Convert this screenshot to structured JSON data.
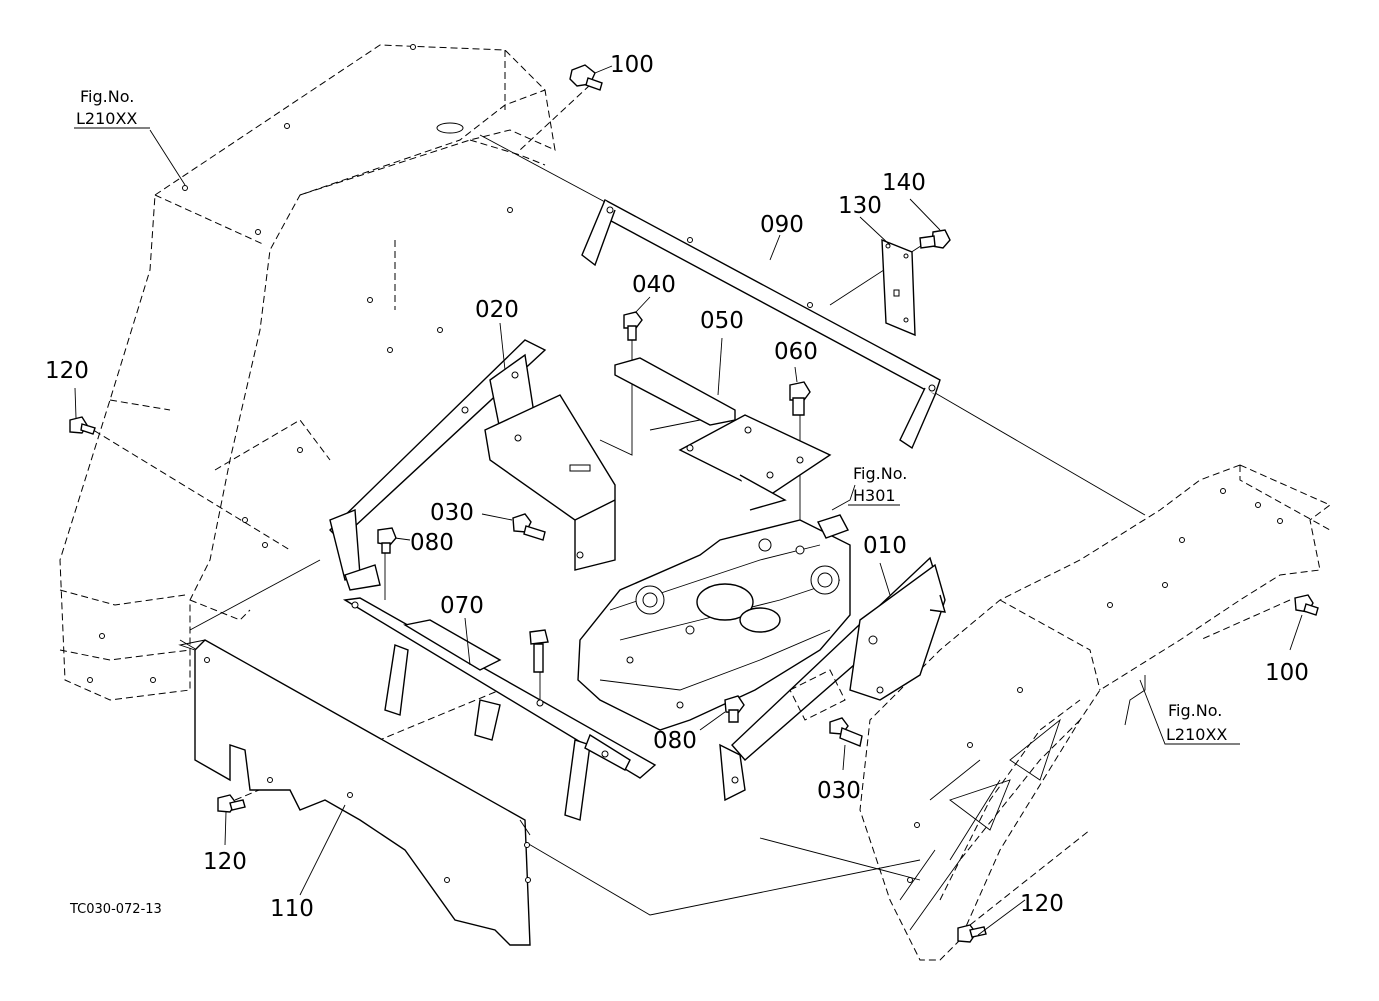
{
  "diagram": {
    "image_code": "TC030-072-13",
    "references": [
      {
        "label": "Fig.No.",
        "number": "L210XX"
      },
      {
        "label": "Fig.No.",
        "number": "H301"
      },
      {
        "label": "Fig.No.",
        "number": "L210XX"
      }
    ],
    "callouts": [
      "100",
      "140",
      "130",
      "090",
      "040",
      "050",
      "020",
      "060",
      "120",
      "030",
      "080",
      "010",
      "070",
      "100",
      "080",
      "030",
      "120",
      "110",
      "120"
    ]
  }
}
